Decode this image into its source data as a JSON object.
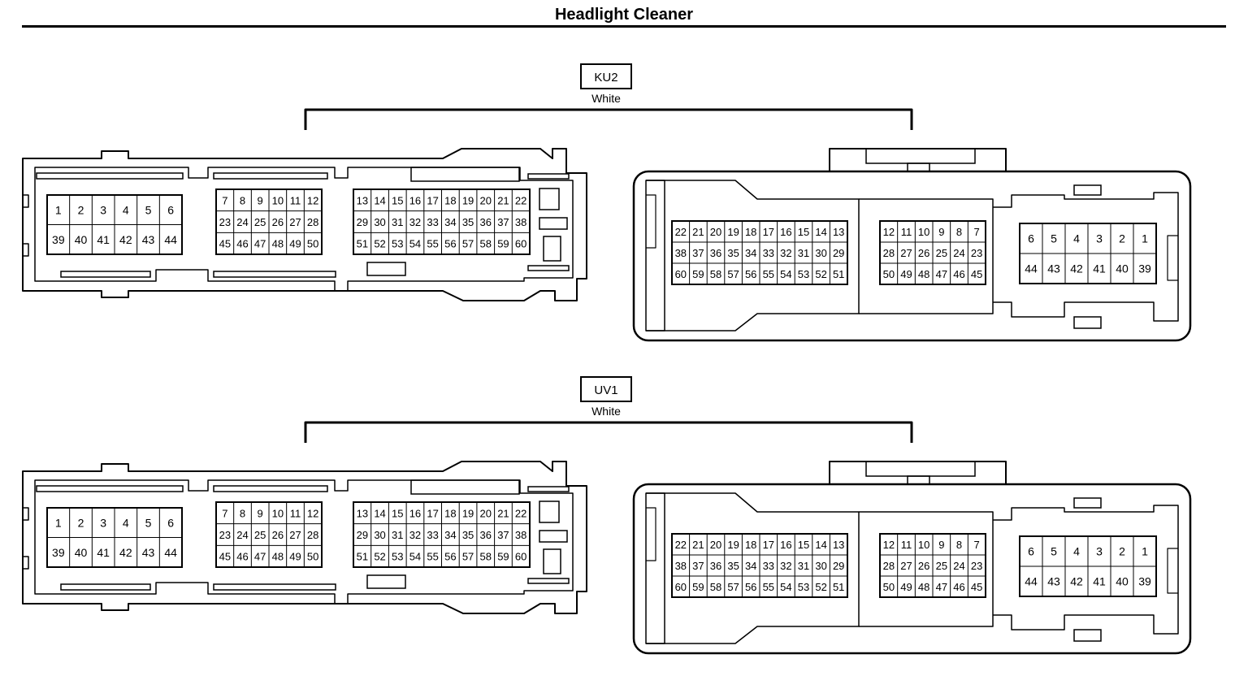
{
  "title": "Headlight Cleaner",
  "colors": {
    "line": "#000000",
    "background": "#ffffff"
  },
  "connectors": [
    {
      "code": "KU2",
      "color_label": "White",
      "left_view": {
        "grid_a": [
          [
            "1",
            "2",
            "3",
            "4",
            "5",
            "6"
          ],
          [
            "39",
            "40",
            "41",
            "42",
            "43",
            "44"
          ]
        ],
        "grid_b": [
          [
            "7",
            "8",
            "9",
            "10",
            "11",
            "12"
          ],
          [
            "23",
            "24",
            "25",
            "26",
            "27",
            "28"
          ],
          [
            "45",
            "46",
            "47",
            "48",
            "49",
            "50"
          ]
        ],
        "grid_c": [
          [
            "13",
            "14",
            "15",
            "16",
            "17",
            "18",
            "19",
            "20",
            "21",
            "22"
          ],
          [
            "29",
            "30",
            "31",
            "32",
            "33",
            "34",
            "35",
            "36",
            "37",
            "38"
          ],
          [
            "51",
            "52",
            "53",
            "54",
            "55",
            "56",
            "57",
            "58",
            "59",
            "60"
          ]
        ]
      },
      "right_view": {
        "grid_a": [
          [
            "22",
            "21",
            "20",
            "19",
            "18",
            "17",
            "16",
            "15",
            "14",
            "13"
          ],
          [
            "38",
            "37",
            "36",
            "35",
            "34",
            "33",
            "32",
            "31",
            "30",
            "29"
          ],
          [
            "60",
            "59",
            "58",
            "57",
            "56",
            "55",
            "54",
            "53",
            "52",
            "51"
          ]
        ],
        "grid_b": [
          [
            "12",
            "11",
            "10",
            "9",
            "8",
            "7"
          ],
          [
            "28",
            "27",
            "26",
            "25",
            "24",
            "23"
          ],
          [
            "50",
            "49",
            "48",
            "47",
            "46",
            "45"
          ]
        ],
        "grid_c": [
          [
            "6",
            "5",
            "4",
            "3",
            "2",
            "1"
          ],
          [
            "44",
            "43",
            "42",
            "41",
            "40",
            "39"
          ]
        ]
      }
    },
    {
      "code": "UV1",
      "color_label": "White",
      "left_view": {
        "grid_a": [
          [
            "1",
            "2",
            "3",
            "4",
            "5",
            "6"
          ],
          [
            "39",
            "40",
            "41",
            "42",
            "43",
            "44"
          ]
        ],
        "grid_b": [
          [
            "7",
            "8",
            "9",
            "10",
            "11",
            "12"
          ],
          [
            "23",
            "24",
            "25",
            "26",
            "27",
            "28"
          ],
          [
            "45",
            "46",
            "47",
            "48",
            "49",
            "50"
          ]
        ],
        "grid_c": [
          [
            "13",
            "14",
            "15",
            "16",
            "17",
            "18",
            "19",
            "20",
            "21",
            "22"
          ],
          [
            "29",
            "30",
            "31",
            "32",
            "33",
            "34",
            "35",
            "36",
            "37",
            "38"
          ],
          [
            "51",
            "52",
            "53",
            "54",
            "55",
            "56",
            "57",
            "58",
            "59",
            "60"
          ]
        ]
      },
      "right_view": {
        "grid_a": [
          [
            "22",
            "21",
            "20",
            "19",
            "18",
            "17",
            "16",
            "15",
            "14",
            "13"
          ],
          [
            "38",
            "37",
            "36",
            "35",
            "34",
            "33",
            "32",
            "31",
            "30",
            "29"
          ],
          [
            "60",
            "59",
            "58",
            "57",
            "56",
            "55",
            "54",
            "53",
            "52",
            "51"
          ]
        ],
        "grid_b": [
          [
            "12",
            "11",
            "10",
            "9",
            "8",
            "7"
          ],
          [
            "28",
            "27",
            "26",
            "25",
            "24",
            "23"
          ],
          [
            "50",
            "49",
            "48",
            "47",
            "46",
            "45"
          ]
        ],
        "grid_c": [
          [
            "6",
            "5",
            "4",
            "3",
            "2",
            "1"
          ],
          [
            "44",
            "43",
            "42",
            "41",
            "40",
            "39"
          ]
        ]
      }
    }
  ]
}
